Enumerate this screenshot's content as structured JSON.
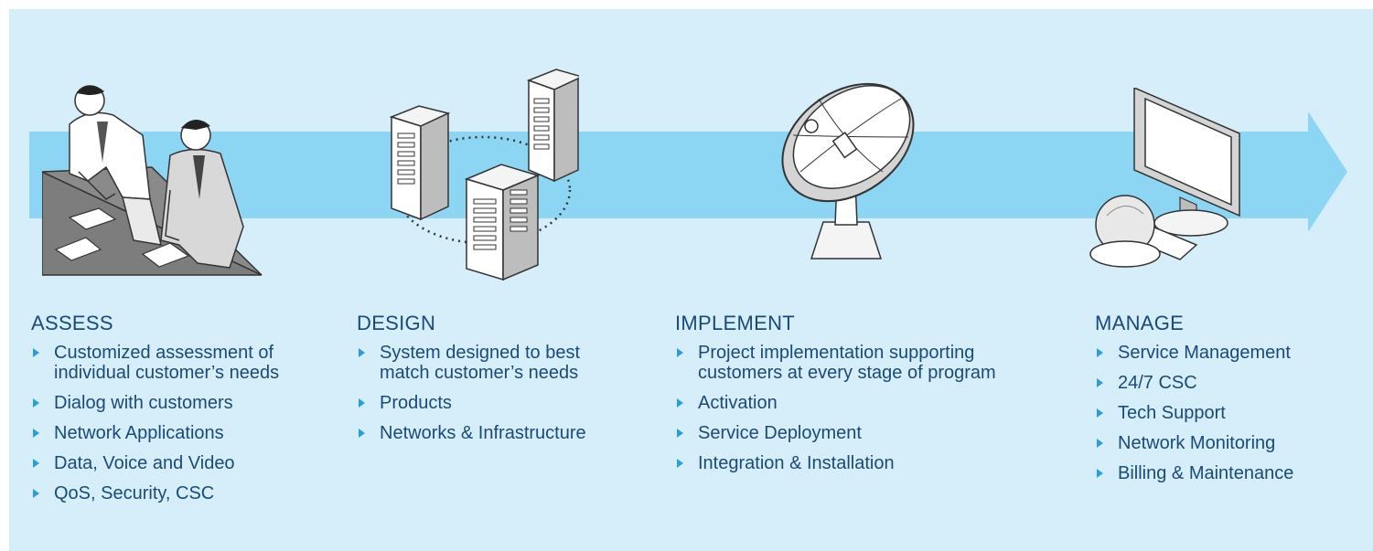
{
  "stages": [
    {
      "title": "ASSESS",
      "icon": "business-people-icon",
      "items": [
        [
          "Customized assessment of",
          "individual customer’s needs"
        ],
        [
          "Dialog with customers"
        ],
        [
          "Network Applications"
        ],
        [
          "Data, Voice and Video"
        ],
        [
          "QoS, Security, CSC"
        ]
      ]
    },
    {
      "title": "DESIGN",
      "icon": "servers-network-icon",
      "items": [
        [
          "System designed to best",
          "match customer’s needs"
        ],
        [
          "Products"
        ],
        [
          "Networks & Infrastructure"
        ]
      ]
    },
    {
      "title": "IMPLEMENT",
      "icon": "satellite-dish-icon",
      "items": [
        [
          "Project implementation supporting",
          "customers at every stage of program"
        ],
        [
          "Activation"
        ],
        [
          "Service Deployment"
        ],
        [
          "Integration & Installation"
        ]
      ]
    },
    {
      "title": "MANAGE",
      "icon": "computer-workstation-icon",
      "items": [
        [
          "Service Management"
        ],
        [
          "24/7 CSC"
        ],
        [
          "Tech Support"
        ],
        [
          "Network Monitoring"
        ],
        [
          "Billing & Maintenance"
        ]
      ]
    }
  ],
  "colors": {
    "background": "#d6eefa",
    "arrow": "#8cd6f4",
    "text": "#1a4a78",
    "bullet": "#2a9fd6"
  }
}
